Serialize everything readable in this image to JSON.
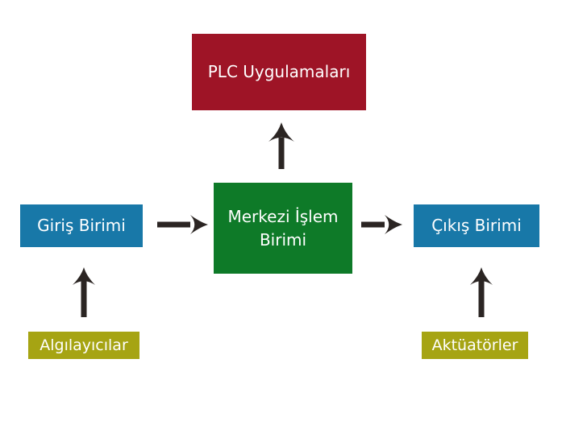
{
  "diagram": {
    "description": "PLC block diagram",
    "nodes": {
      "plc": {
        "label": "PLC Uygulamaları",
        "color": "#9E1426"
      },
      "cpu": {
        "label": "Merkezi İşlem Birimi",
        "color": "#0E7A28"
      },
      "input": {
        "label": "Giriş Birimi",
        "color": "#1878A8"
      },
      "output": {
        "label": "Çıkış Birimi",
        "color": "#1878A8"
      },
      "sensors": {
        "label": "Algılayıcılar",
        "color": "#A6A413"
      },
      "actuators": {
        "label": "Aktüatörler",
        "color": "#A6A413"
      }
    },
    "edges": [
      {
        "from": "cpu",
        "to": "plc"
      },
      {
        "from": "input",
        "to": "cpu"
      },
      {
        "from": "cpu",
        "to": "output"
      },
      {
        "from": "sensors",
        "to": "input"
      },
      {
        "from": "actuators",
        "to": "output"
      }
    ],
    "colors": {
      "arrow": "#2B2523",
      "background": "#FFFFFF",
      "text": "#FFFFFF"
    }
  }
}
